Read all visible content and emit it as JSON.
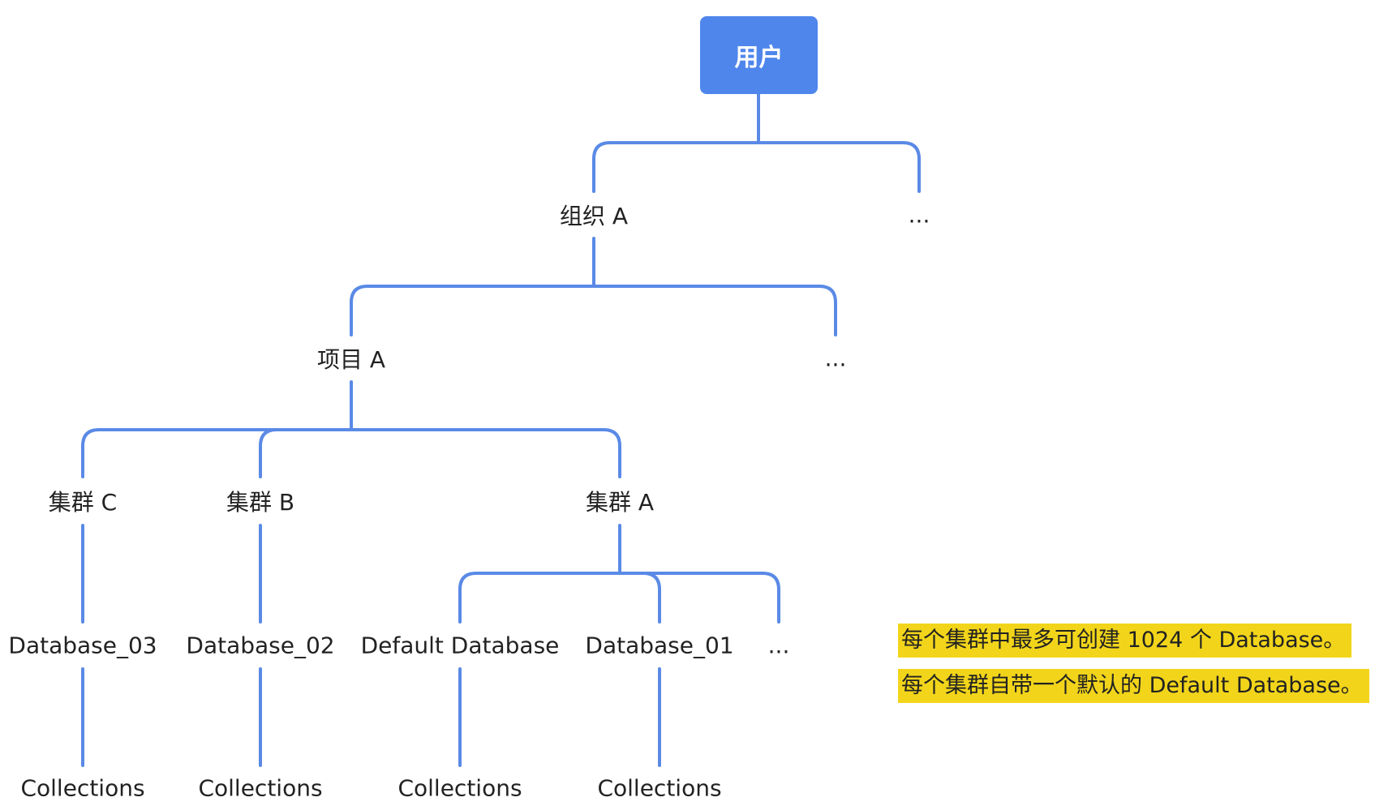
{
  "root": {
    "label": "用户",
    "color": "#4f86ec"
  },
  "edge_color": "#5a8ae6",
  "level1": {
    "org_a": "组织 A",
    "more": "..."
  },
  "level2": {
    "project_a": "项目 A",
    "more": "..."
  },
  "clusters": {
    "c": "集群 C",
    "b": "集群 B",
    "a": "集群 A"
  },
  "databases": {
    "db03": "Database_03",
    "db02": "Database_02",
    "default_db": "Default Database",
    "db01": "Database_01",
    "more": "..."
  },
  "collections": [
    "Collections",
    "Collections",
    "Collections",
    "Collections"
  ],
  "notes": {
    "color": "#f2d51a",
    "max_databases": "每个集群中最多可创建 1024 个 Database。",
    "default_database": "每个集群自带一个默认的 Default Database。"
  }
}
